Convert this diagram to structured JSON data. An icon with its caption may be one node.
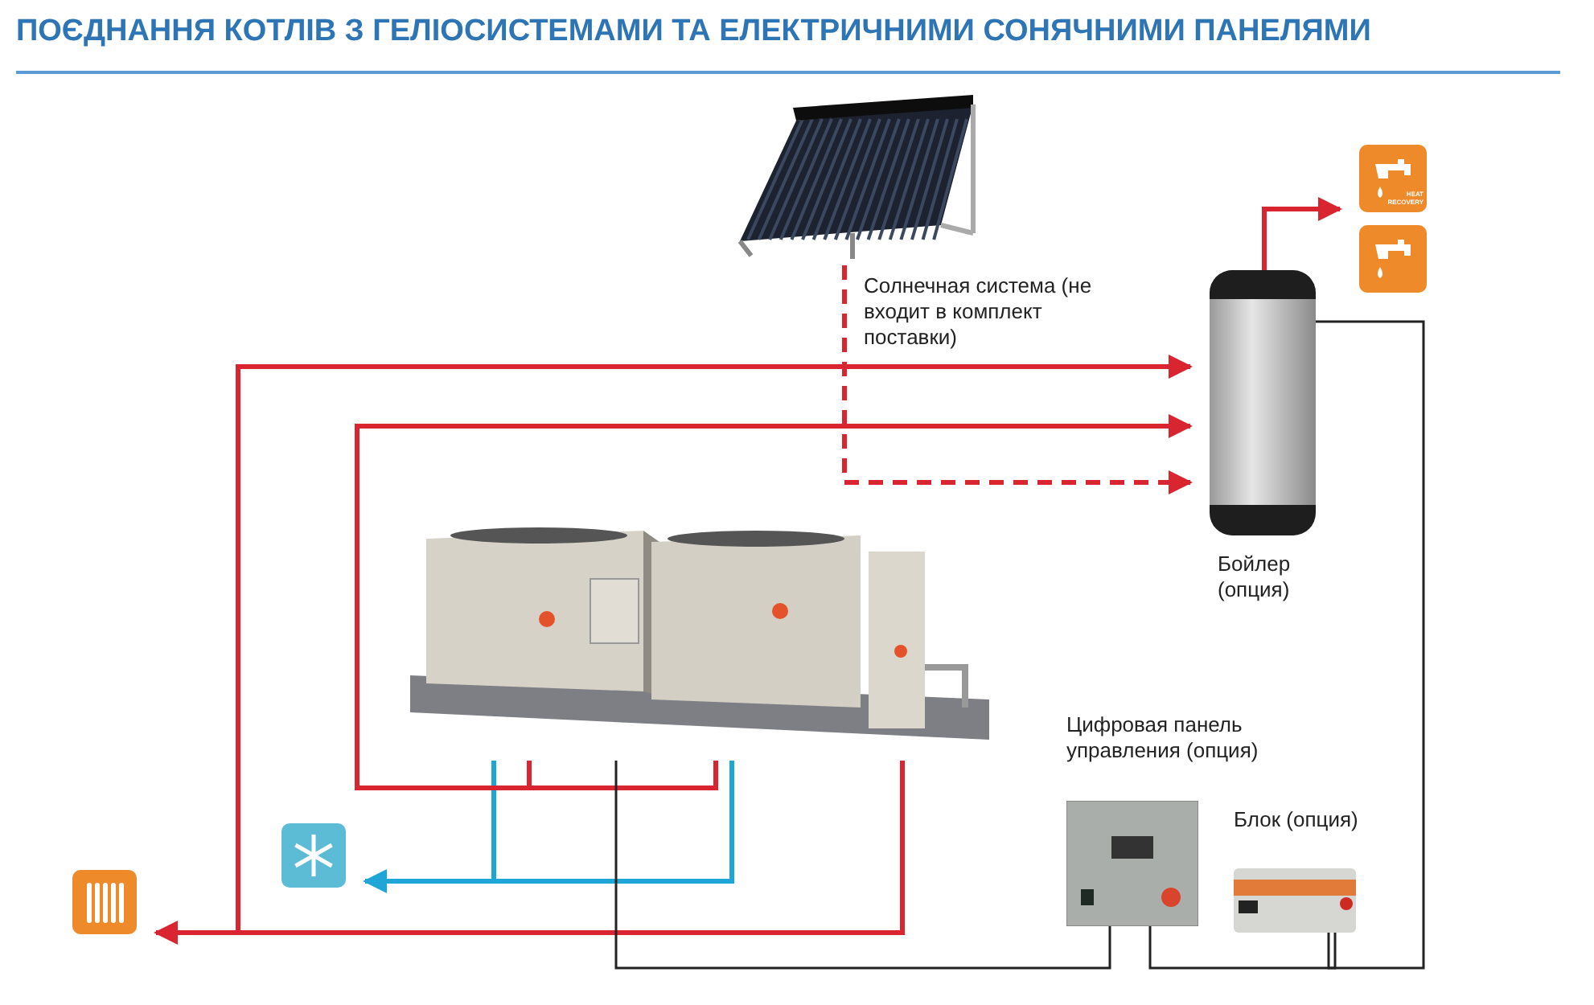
{
  "diagram": {
    "title": "ПОЄДНАННЯ КОТЛІВ З ГЕЛІОСИСТЕМАМИ ТА ЕЛЕКТРИЧНИМИ СОНЯЧНИМИ ПАНЕЛЯМИ",
    "nodes": [
      {
        "text": [],
        "shape": "picture",
        "beside": [
          "Солнечная система (не входит в комплект поставки)"
        ]
      },
      {
        "text": [],
        "shape": "cylinder",
        "beside": [
          "Бойлер (опция)"
        ]
      },
      {
        "text": [
          "HEAT RECOVERY"
        ]
      },
      {
        "text": [],
        "shape": "picture"
      },
      {
        "text": [],
        "shape": "picture"
      },
      {
        "text": [],
        "shape": "picture"
      },
      {
        "text": [],
        "shape": "picture"
      },
      {
        "text": [],
        "shape": "picture",
        "beside": [
          "Цифровая панель управления (опция)"
        ]
      },
      {
        "text": [],
        "shape": "picture",
        "beside": [
          "Блок (опция)"
        ]
      }
    ],
    "edges": [
      {
        "from": 4,
        "to": 1,
        "arrow": "to"
      },
      {
        "from": 4,
        "to": 6,
        "arrow": "to"
      },
      {
        "from": 4,
        "to": 1,
        "arrow": "to"
      },
      {
        "from": 0,
        "to": 1,
        "arrow": "to",
        "style": "dashed"
      },
      {
        "from": 4,
        "to": 5,
        "arrow": "to",
        "color": "#1ea6d6"
      },
      {
        "from": 1,
        "to": 2,
        "arrow": "to"
      },
      {
        "from": 4,
        "to": 7,
        "arrow": "none",
        "color": "#222222"
      },
      {
        "from": 7,
        "to": 8,
        "arrow": "none",
        "color": "#222222"
      },
      {
        "from": 8,
        "to": 1,
        "arrow": "none",
        "color": "#222222"
      }
    ]
  }
}
